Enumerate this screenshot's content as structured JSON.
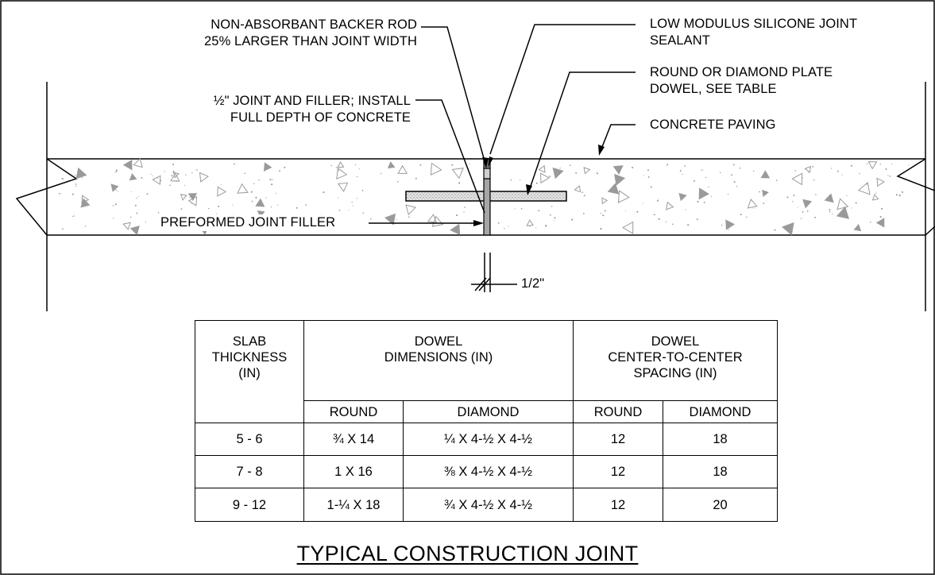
{
  "labels": {
    "backer_rod": [
      "NON-ABSORBANT BACKER ROD",
      "25% LARGER THAN JOINT WIDTH"
    ],
    "sealant": [
      "LOW MODULUS SILICONE JOINT",
      "SEALANT"
    ],
    "dowel": [
      "ROUND OR DIAMOND PLATE",
      "DOWEL, SEE TABLE"
    ],
    "joint_filler": [
      "½\" JOINT AND FILLER; INSTALL",
      "FULL DEPTH OF CONCRETE"
    ],
    "concrete": "CONCRETE PAVING",
    "preformed": "PREFORMED JOINT FILLER",
    "dimension": "1/2\""
  },
  "table": {
    "headers": {
      "slab": [
        "SLAB",
        "THICKNESS",
        "(IN)"
      ],
      "dimensions": [
        "DOWEL",
        "DIMENSIONS (IN)"
      ],
      "spacing": [
        "DOWEL",
        "CENTER-TO-CENTER",
        "SPACING (IN)"
      ]
    },
    "subheaders": [
      "ROUND",
      "DIAMOND",
      "ROUND",
      "DIAMOND"
    ],
    "rows": [
      {
        "slab": "5 - 6",
        "dim_round": "¾ X 14",
        "dim_diamond": "¼ X 4-½ X 4-½",
        "sp_round": "12",
        "sp_diamond": "18"
      },
      {
        "slab": "7 - 8",
        "dim_round": "1 X 16",
        "dim_diamond": "⅜ X 4-½ X 4-½",
        "sp_round": "12",
        "sp_diamond": "18"
      },
      {
        "slab": "9 - 12",
        "dim_round": "1-¼ X 18",
        "dim_diamond": "¾ X 4-½ X 4-½",
        "sp_round": "12",
        "sp_diamond": "20"
      }
    ]
  },
  "title": "TYPICAL CONSTRUCTION JOINT",
  "colors": {
    "line": "#000000",
    "aggregate": "#9a9a9a",
    "dowel_fill": "#bfbfbf",
    "filler_fill": "#a6a6a6"
  }
}
